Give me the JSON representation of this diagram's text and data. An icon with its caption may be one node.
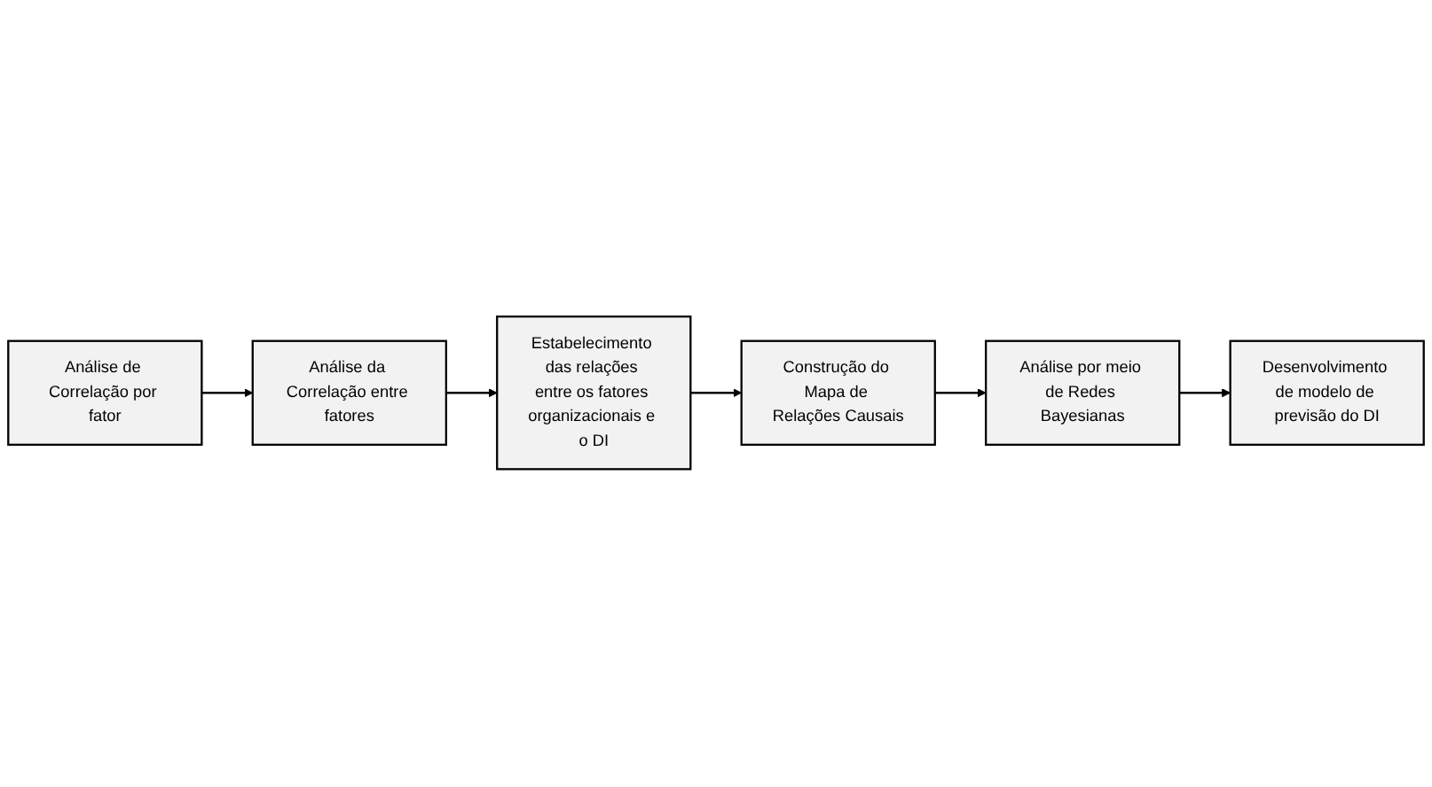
{
  "diagram": {
    "nodes": [
      {
        "text": [
          "Análise de Correlação por fator"
        ]
      },
      {
        "text": [
          "Análise da Correlação entre fatores"
        ]
      },
      {
        "text": [
          "Estabelecimento das relações entre os fatores organizacionais e o DI"
        ]
      },
      {
        "text": [
          "Construção do Mapa de Relações Causais"
        ]
      },
      {
        "text": [
          "Análise por meio de Redes Bayesianas"
        ]
      },
      {
        "text": [
          "Desenvolvimento de modelo de previsão do DI"
        ]
      }
    ],
    "edges": [
      {
        "from": 0,
        "to": 1,
        "arrow": "to"
      },
      {
        "from": 1,
        "to": 2,
        "arrow": "to"
      },
      {
        "from": 2,
        "to": 3,
        "arrow": "to"
      },
      {
        "from": 3,
        "to": 4,
        "arrow": "to"
      },
      {
        "from": 4,
        "to": 5,
        "arrow": "to"
      }
    ]
  }
}
